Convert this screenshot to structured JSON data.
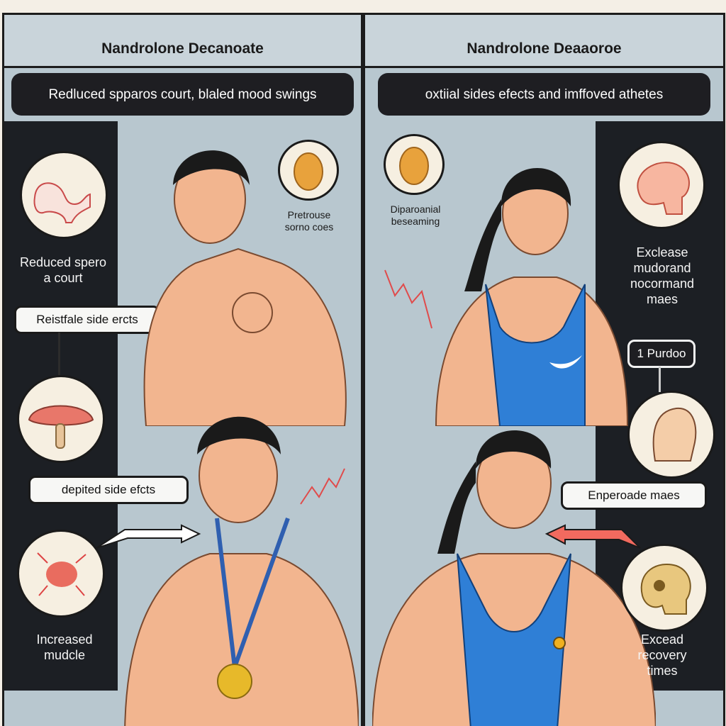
{
  "left": {
    "title": "Nandrolone Decanoate",
    "banner": "Redluced spparos court, blaled mood swings",
    "callouts": {
      "top_left": "Reduced spero\na court",
      "box_side_effects": "Reistfale side ercts",
      "box_depited": "depited side efcts",
      "bottom_left": "Increased\nmudcle",
      "egg_note": "Pretrouse\nsorno coes"
    }
  },
  "right": {
    "title": "Nandrolone Deaaoroe",
    "banner": "oxtiial sides efects and imffoved athetes",
    "callouts": {
      "egg_note": "Diparoanial\nbeseaming",
      "top_right": "Exclease\nmudorand\nnocormand\nmaes",
      "box_small": "1 Purdoo",
      "box_enperoade": "Enperoade maes",
      "bottom_right": "Excead\nrecovery\ntimes"
    }
  },
  "icons": {
    "egg": "egg-icon",
    "brain": "brain-icon",
    "mushroom": "mushroom-icon",
    "gland": "gland-icon",
    "skull": "skull-icon",
    "head": "head-icon",
    "medal": "medal-icon",
    "nike": "swoosh-icon"
  },
  "colors": {
    "skin": "#f2b58f",
    "shirt": "#2f7fd6",
    "accent_red": "#e04b4b",
    "panel_bg": "#b8c7cf",
    "dark_bg": "#1c1f24"
  }
}
